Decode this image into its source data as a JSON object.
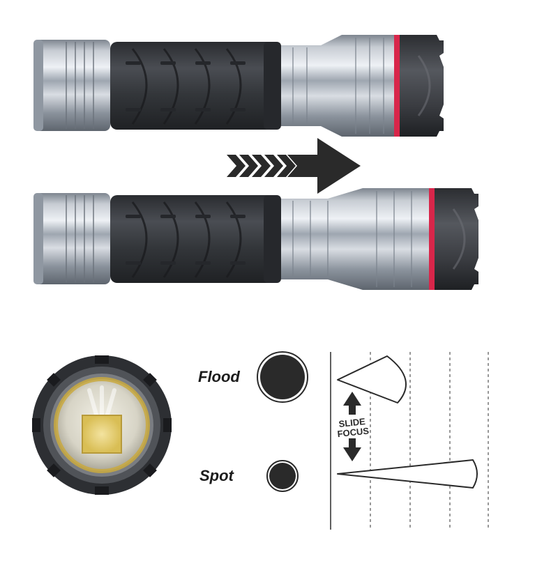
{
  "beam_modes": {
    "flood_label": "Flood",
    "spot_label": "Spot"
  },
  "focus_indicator": {
    "line1": "SLIDE",
    "line2": "FOCUS"
  },
  "flashlight": {
    "states": [
      "retracted",
      "extended"
    ],
    "accent_color": "#d8264a",
    "body_color": "#3a3d42",
    "metal_color": "#a8b0ba"
  }
}
